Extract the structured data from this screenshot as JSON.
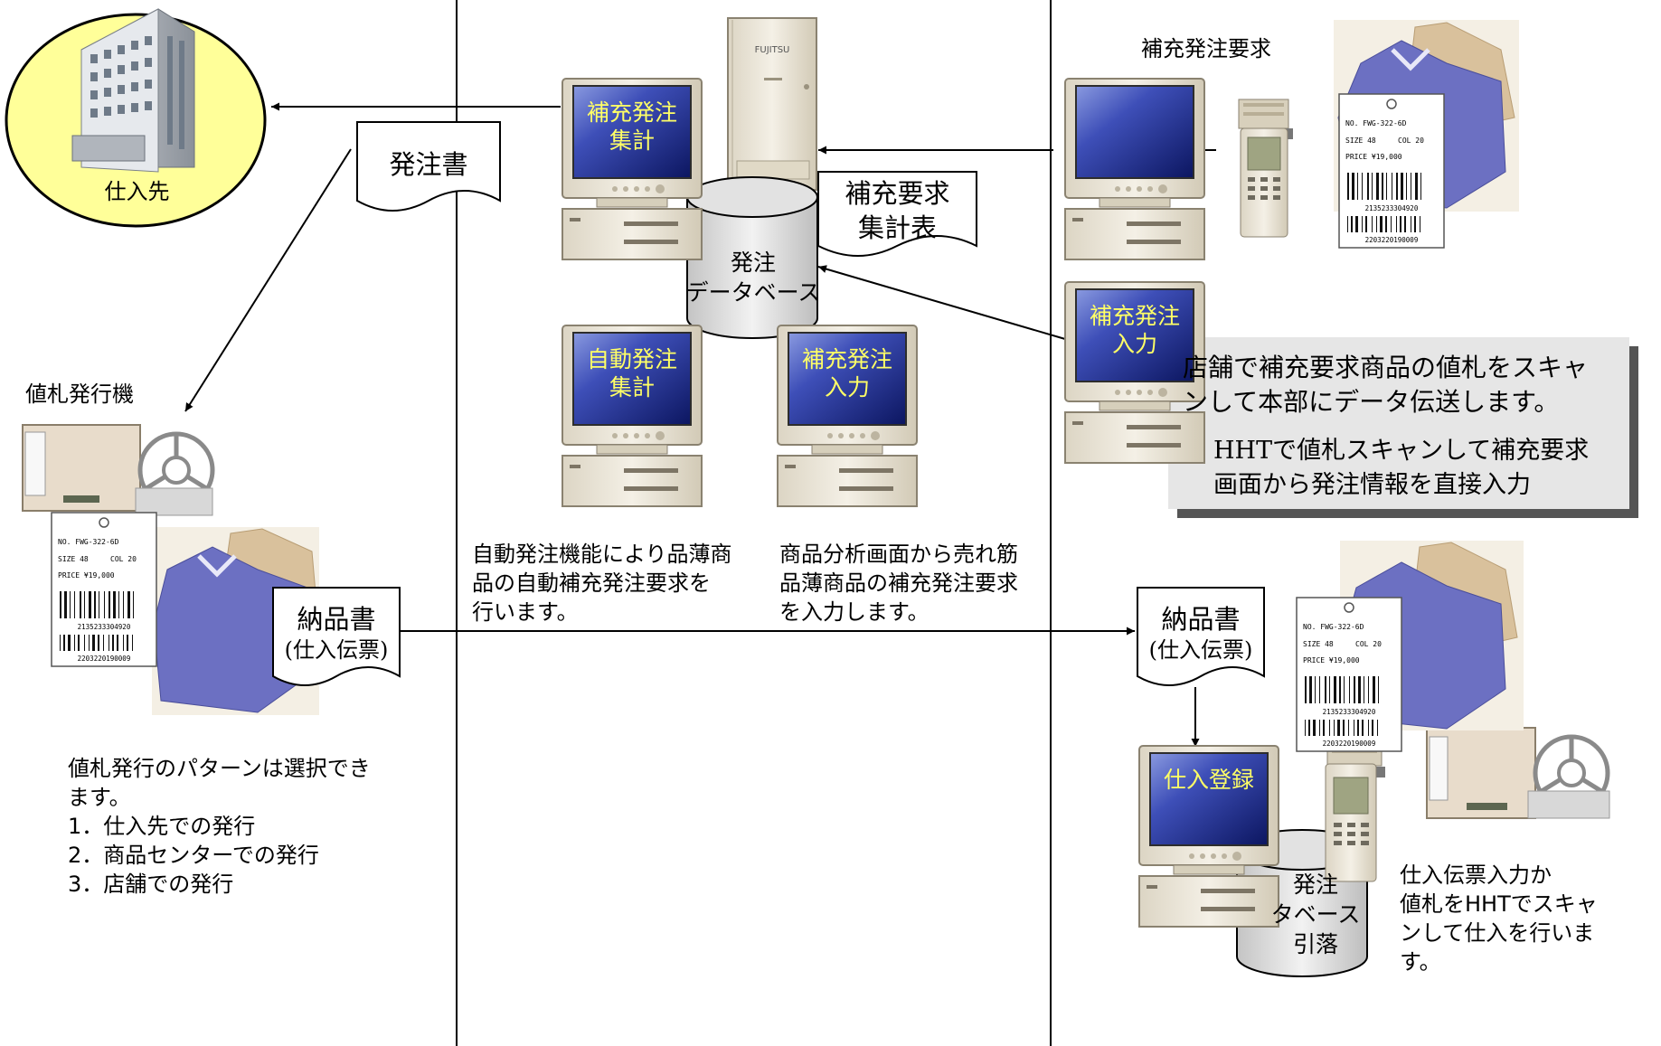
{
  "supplier": {
    "label": "仕入先"
  },
  "documents": {
    "order_sheet": "発注書",
    "request_summary": "補充要求\n集計表",
    "delivery_note_left": {
      "title": "納品書",
      "subtitle": "(仕入伝票)"
    },
    "delivery_note_right": {
      "title": "納品書",
      "subtitle": "(仕入伝票)"
    }
  },
  "databases": {
    "order_db": "発注\nデータベース",
    "deduct_db": "発注\nタベース\n引落"
  },
  "screens": {
    "replenish_summary": "補充発注\n集計",
    "auto_order_summary": "自動発注\n集計",
    "replenish_input_center": "補充発注\n入力",
    "store_replenish_input": "補充発注\n入力",
    "purchase_register": "仕入登録"
  },
  "labels": {
    "replenish_request": "補充発注要求",
    "tag_printer": "値札発行機"
  },
  "descriptions": {
    "auto_order": "自動発注機能により品薄商\n品の自動補充発注要求を\n行います。",
    "product_analysis": "商品分析画面から売れ筋\n品薄商品の補充発注要求\nを入力します。",
    "tag_patterns": "値札発行のパターンは選択でき\nます。\n1．仕入先での発行\n2．商品センターでの発行\n3．店舗での発行",
    "purchase_input": "仕入伝票入力か\n値札をHHTでスキャ\nンして仕入を行いま\nす。"
  },
  "callout": {
    "main": "店舗で補充要求商品の値札をスキャ\nンして本部にデータ伝送します。",
    "sub": "HHTで値札スキャンして補充要求\n画面から発注情報を直接入力"
  },
  "price_tag": {
    "no": "NO. FWG-322-6D",
    "size": "SIZE 48",
    "col": "COL 20",
    "price": "PRICE ¥19,000",
    "barcode1": "2135233304920",
    "barcode2": "2203220190009"
  },
  "server_brand": "FUJITSU",
  "colors": {
    "supplier_fill": "#ffff99",
    "screen_label": "#ffff66",
    "callout_bg": "#e6e6e6",
    "line": "#000000"
  }
}
